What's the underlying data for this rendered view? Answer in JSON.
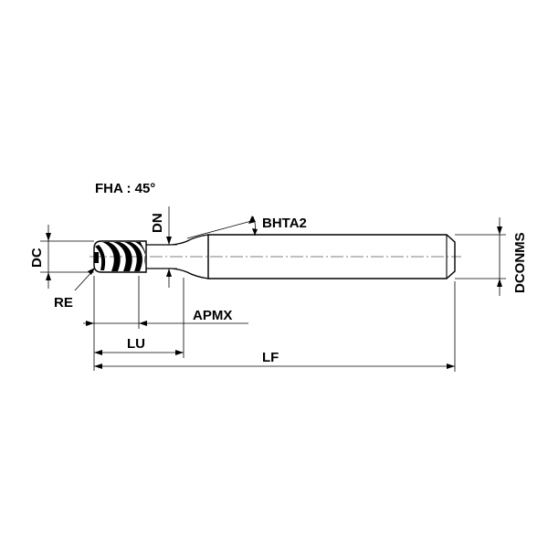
{
  "labels": {
    "fha": "FHA : 45°",
    "dn": "DN",
    "dc": "DC",
    "bhta2": "BHTA2",
    "dconms": "DCONMS",
    "re": "RE",
    "apmx": "APMX",
    "lu": "LU",
    "lf": "LF"
  },
  "colors": {
    "line": "#000000",
    "background": "#ffffff"
  }
}
